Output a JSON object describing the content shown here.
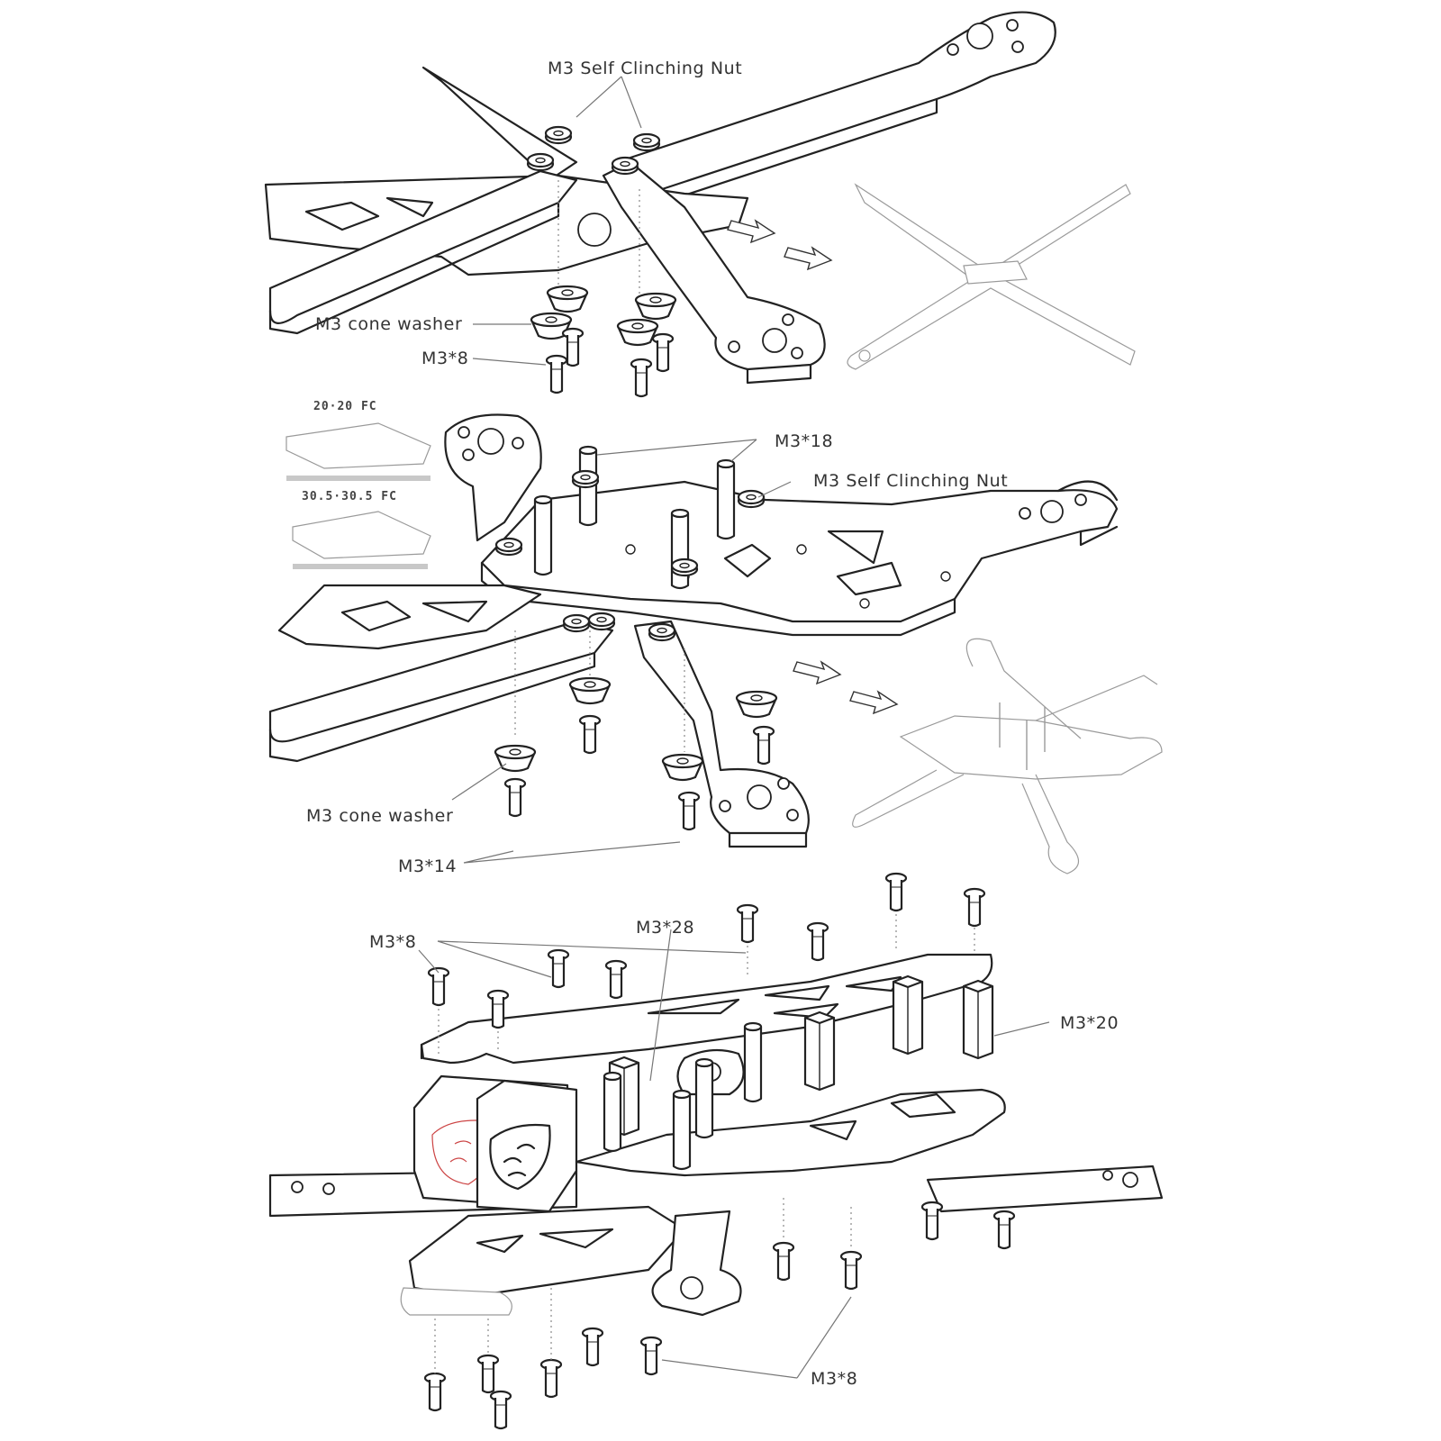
{
  "labels": {
    "self_nut_top": "M3 Self Clinching Nut",
    "cone_top": "M3 cone washer",
    "m3x8_top": "M3*8",
    "m3x18": "M3*18",
    "self_nut_mid": "M3 Self Clinching Nut",
    "fc2020": "20·20 FC",
    "fc3030": "30.5·30.5 FC",
    "cone_mid": "M3 cone washer",
    "m3x14": "M3*14",
    "m3x8_upper": "M3*8",
    "m3x28": "M3*28",
    "m3x20": "M3*20",
    "m3x8_bottom": "M3*8"
  },
  "colors": {
    "ink": "#222222",
    "leader": "#777777",
    "ghost": "#9a9a9a",
    "accent_red": "#cc4444"
  }
}
